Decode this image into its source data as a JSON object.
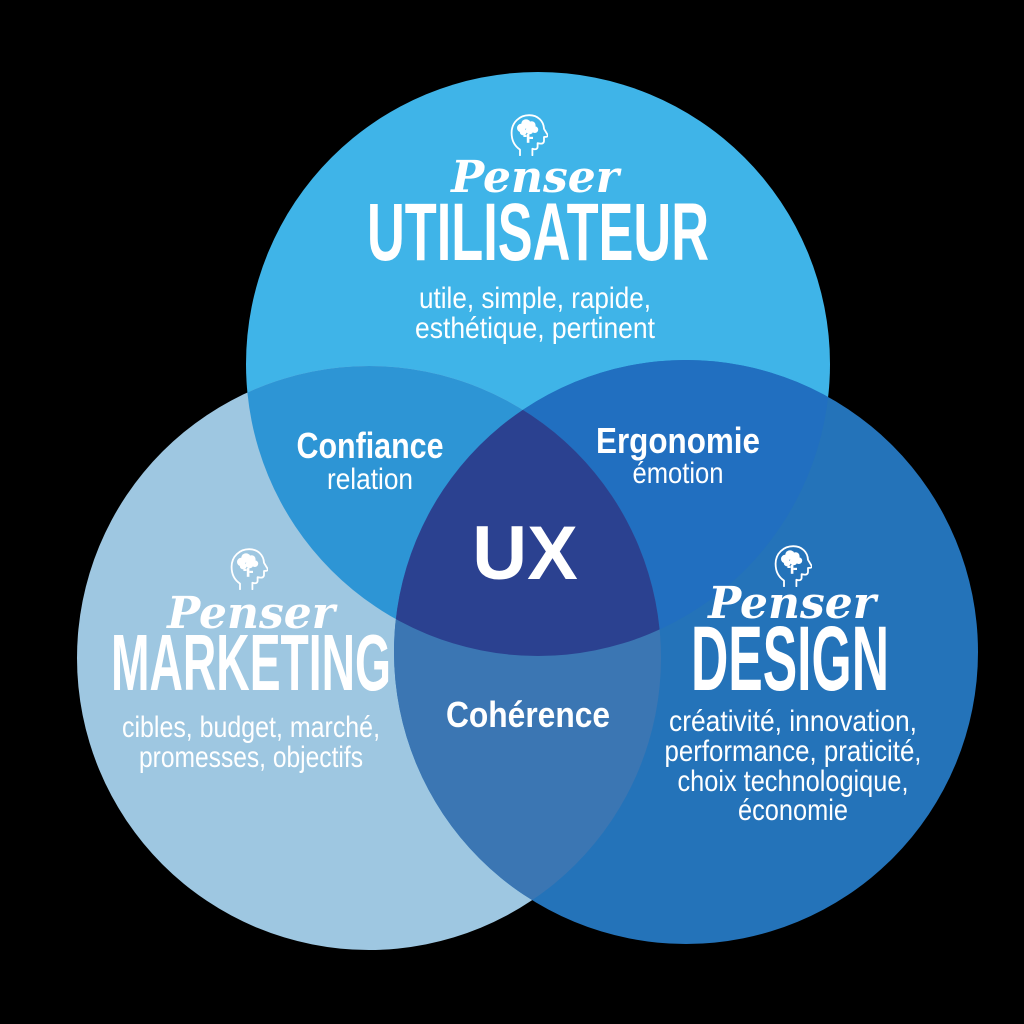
{
  "diagram": {
    "background": "#000000",
    "text_color": "#FFFFFF",
    "center_label": "UX",
    "center_color": "#2B4190",
    "circles": [
      {
        "id": "utilisateur",
        "eyebrow": "Penser",
        "title": "UTILISATEUR",
        "keywords": [
          "utile, simple, rapide,",
          "esthétique, pertinent"
        ],
        "color": "#3FB4E8",
        "icon": "head-with-brain-icon"
      },
      {
        "id": "marketing",
        "eyebrow": "Penser",
        "title": "MARKETING",
        "keywords": [
          "cibles, budget, marché,",
          "promesses, objectifs"
        ],
        "color": "#9EC7E1",
        "icon": "head-with-brain-icon"
      },
      {
        "id": "design",
        "eyebrow": "Penser",
        "title": "DESIGN",
        "keywords": [
          "créativité, innovation,",
          "performance, praticité,",
          "choix technologique,",
          "économie"
        ],
        "color": "#2473B9",
        "icon": "head-with-brain-icon"
      }
    ],
    "intersections": [
      {
        "id": "utilisateur-marketing",
        "label": "Confiance",
        "sublabel": "relation",
        "color": "#2D95D5"
      },
      {
        "id": "utilisateur-design",
        "label": "Ergonomie",
        "sublabel": "émotion",
        "color": "#216FC0"
      },
      {
        "id": "marketing-design",
        "label": "Cohérence",
        "sublabel": "",
        "color": "#3B76B3"
      }
    ]
  }
}
